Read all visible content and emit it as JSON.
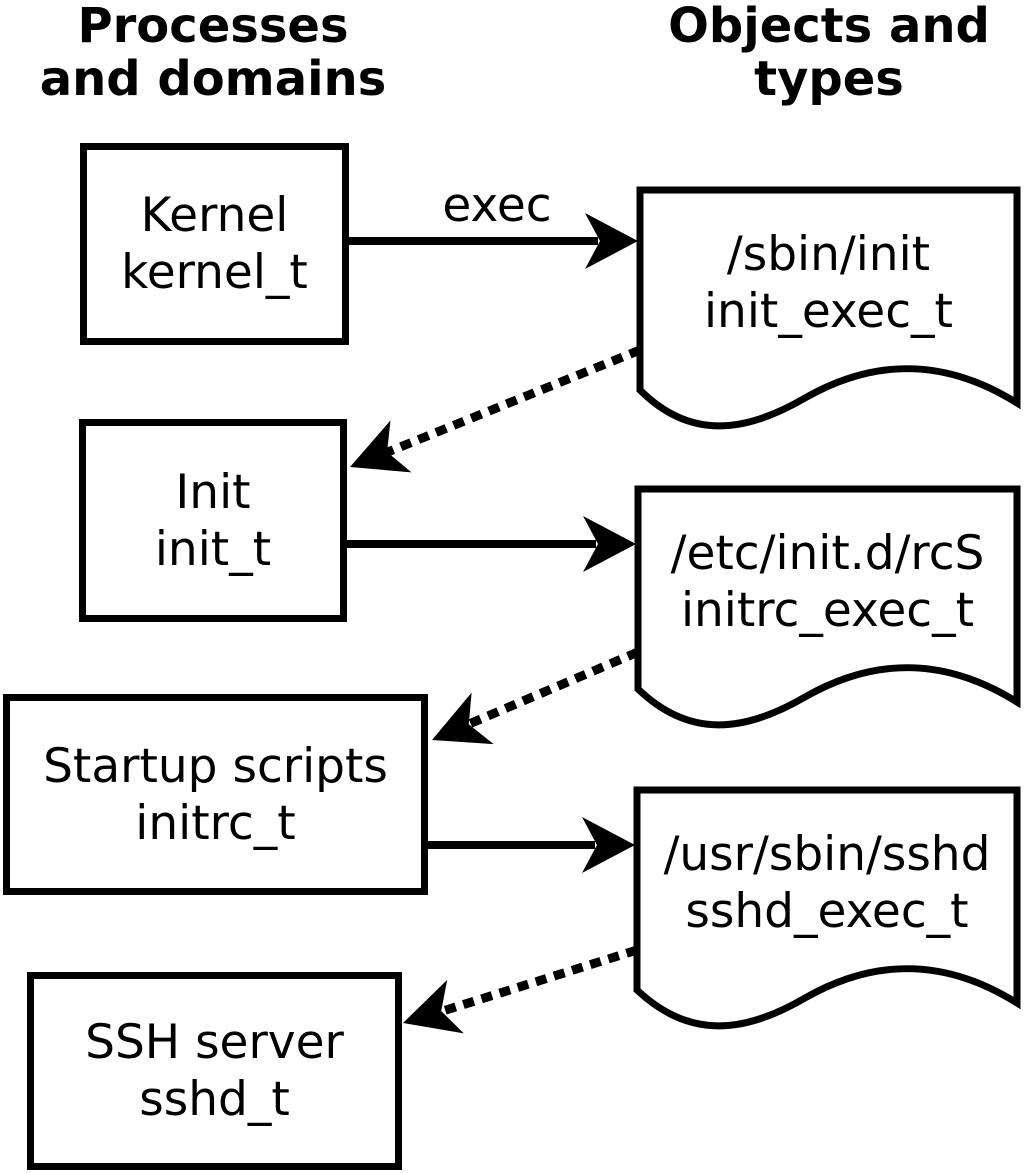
{
  "diagram": {
    "title_columns": {
      "left": {
        "line1": "Processes",
        "line2": "and domains"
      },
      "right": {
        "line1": "Objects and",
        "line2": "types"
      }
    },
    "edge_labels": {
      "exec": "exec"
    },
    "processes": [
      {
        "label": "Kernel",
        "domain": "kernel_t"
      },
      {
        "label": "Init",
        "domain": "init_t"
      },
      {
        "label": "Startup scripts",
        "domain": "initrc_t"
      },
      {
        "label": "SSH server",
        "domain": "sshd_t"
      }
    ],
    "objects": [
      {
        "path": "/sbin/init",
        "type": "init_exec_t"
      },
      {
        "path": "/etc/init.d/rcS",
        "type": "initrc_exec_t"
      },
      {
        "path": "/usr/sbin/sshd",
        "type": "sshd_exec_t"
      }
    ],
    "relations": [
      {
        "from": "kernel_t",
        "via": "exec",
        "to": "init_exec_t",
        "style": "solid"
      },
      {
        "from": "init_exec_t",
        "to": "init_t",
        "style": "dotted"
      },
      {
        "from": "init_t",
        "via": "exec",
        "to": "initrc_exec_t",
        "style": "solid"
      },
      {
        "from": "initrc_exec_t",
        "to": "initrc_t",
        "style": "dotted"
      },
      {
        "from": "initrc_t",
        "via": "exec",
        "to": "sshd_exec_t",
        "style": "solid"
      },
      {
        "from": "sshd_exec_t",
        "to": "sshd_t",
        "style": "dotted"
      }
    ],
    "colors": {
      "foreground": "#000000",
      "background": "#ffffff"
    }
  }
}
